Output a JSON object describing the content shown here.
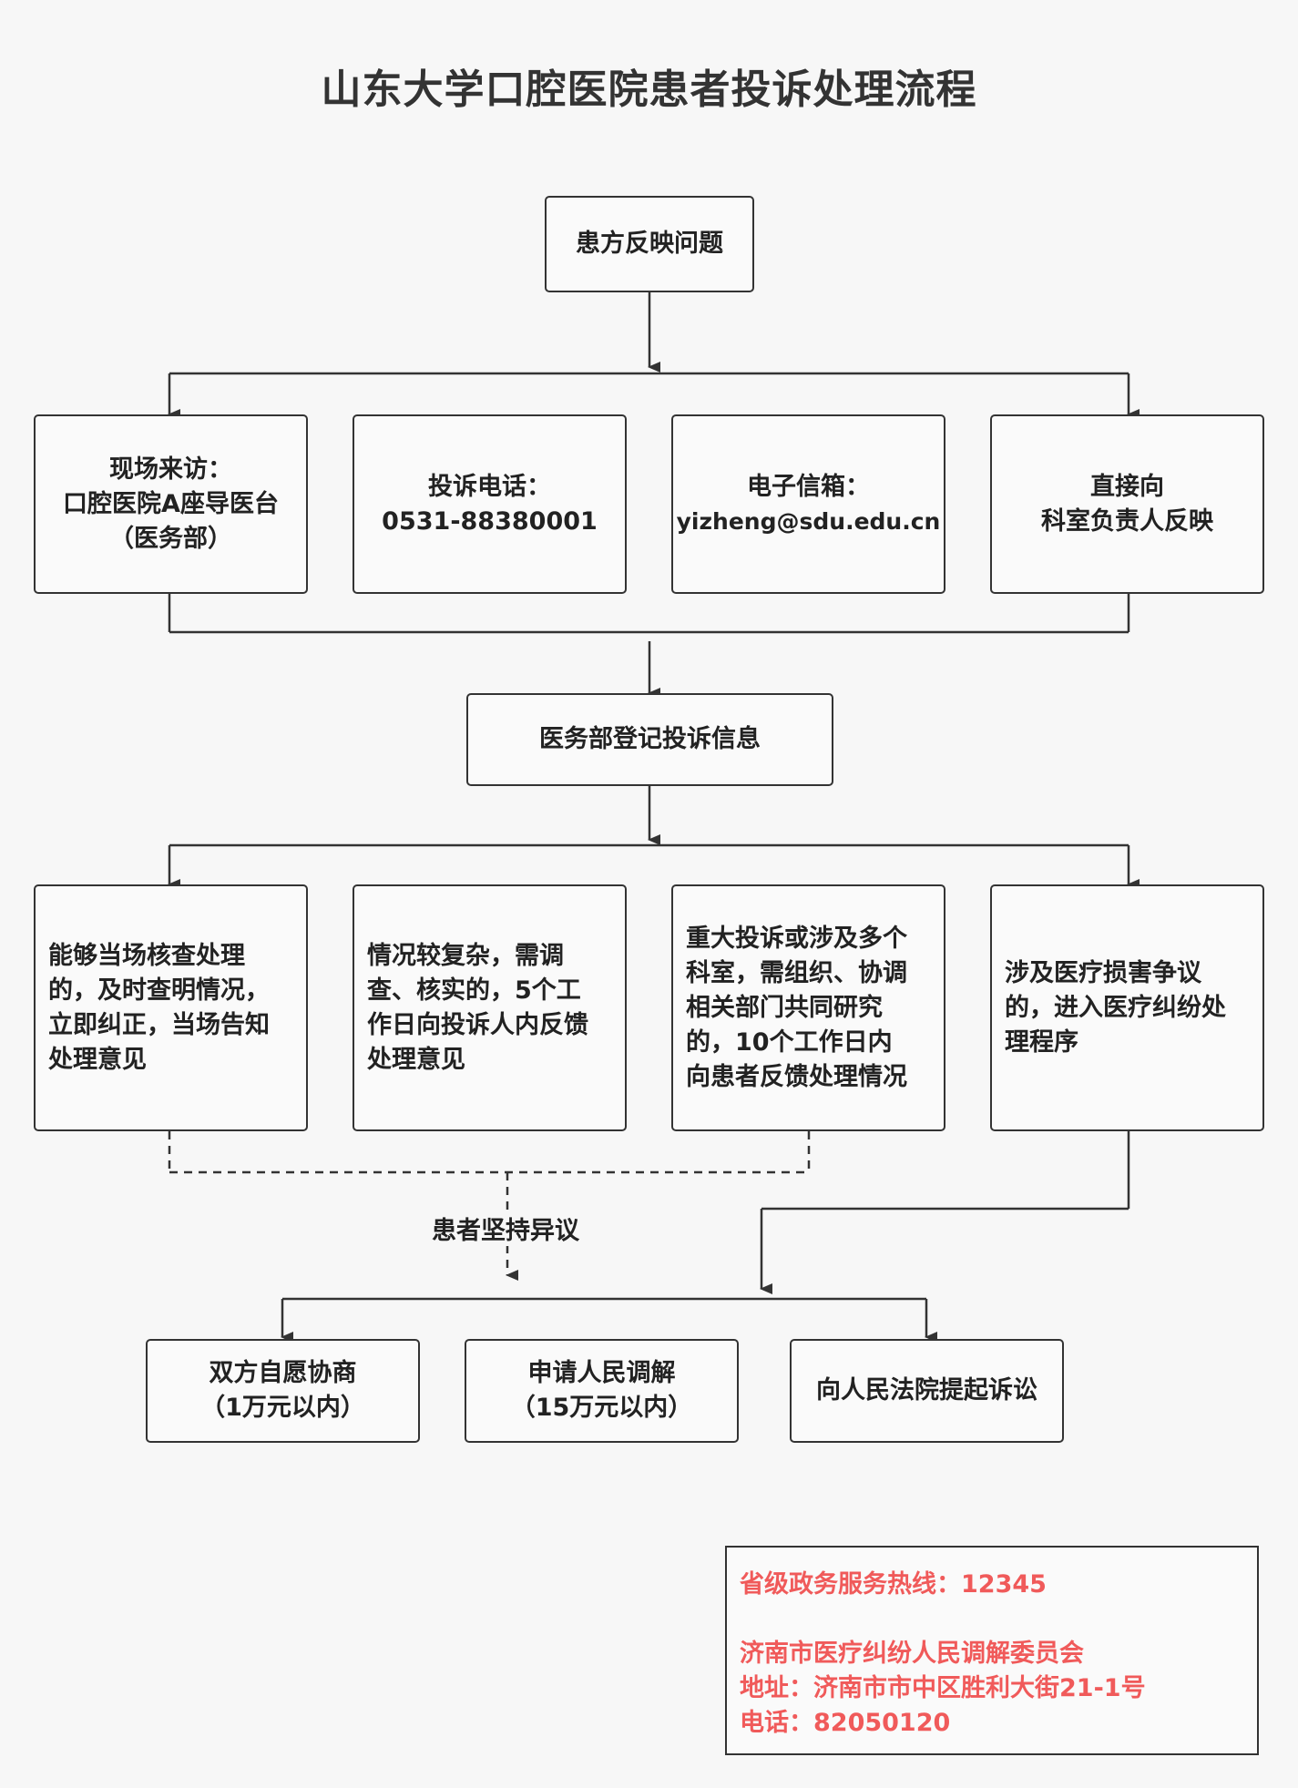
{
  "title": "山东大学口腔医院患者投诉处理流程",
  "start": {
    "label": "患方反映问题"
  },
  "channels": [
    {
      "lines": [
        "现场来访：",
        "口腔医院A座导医台",
        "（医务部）"
      ]
    },
    {
      "lines": [
        "投诉电话：",
        "0531-88380001"
      ]
    },
    {
      "lines": [
        "电子信箱：",
        "yizheng@sdu.edu.cn"
      ]
    },
    {
      "lines": [
        "直接向",
        "科室负责人反映"
      ]
    }
  ],
  "register": {
    "label": "医务部登记投诉信息"
  },
  "cases": [
    {
      "lines": [
        "能够当场核查处理",
        "的，及时查明情况，",
        "立即纠正，当场告知",
        "处理意见"
      ]
    },
    {
      "lines": [
        "情况较复杂，需调",
        "查、核实的，5个工",
        "作日向投诉人内反馈",
        "处理意见"
      ]
    },
    {
      "lines": [
        "重大投诉或涉及多个",
        "科室，需组织、协调",
        "相关部门共同研究",
        "的，10个工作日内",
        "向患者反馈处理情况"
      ]
    },
    {
      "lines": [
        "涉及医疗损害争议",
        "的，进入医疗纠纷处",
        "理程序"
      ]
    }
  ],
  "objection_label": "患者坚持异议",
  "outcomes": [
    {
      "lines": [
        "双方自愿协商",
        "（1万元以内）"
      ]
    },
    {
      "lines": [
        "申请人民调解",
        "（15万元以内）"
      ]
    },
    {
      "lines": [
        "向人民法院提起诉讼"
      ]
    }
  ],
  "info": {
    "hotline": "省级政务服务热线：12345",
    "committee": "济南市医疗纠纷人民调解委员会",
    "address": "地址：济南市市中区胜利大街21-1号",
    "phone": "电话：82050120"
  },
  "colors": {
    "line": "#333333",
    "info_text": "#f05a5a",
    "background": "#f7f7f7"
  }
}
